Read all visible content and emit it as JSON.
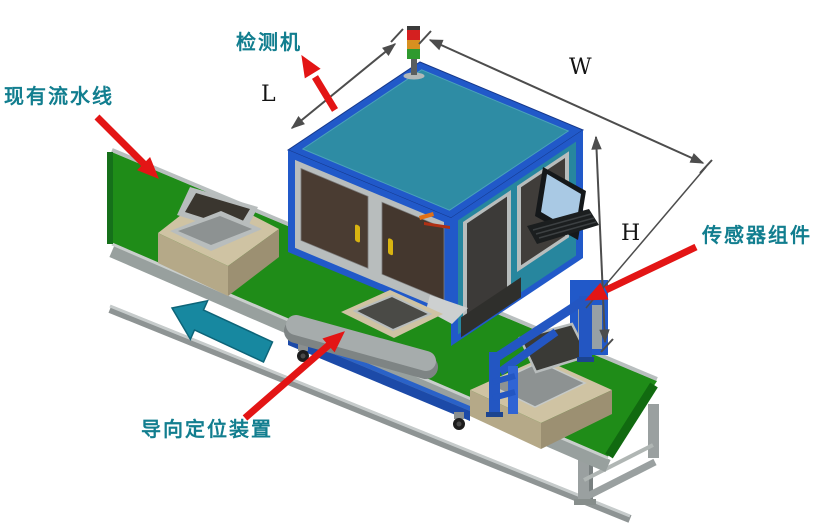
{
  "annotations": {
    "assembly_line": "现有流水线",
    "detector": "检测机",
    "sensor_assembly": "传感器组件",
    "guide_device": "导向定位装置"
  },
  "dimensions": {
    "length": "L",
    "width": "W",
    "height": "H"
  },
  "icons": {
    "callout_arrow": "red-arrow",
    "flow_direction": "teal-left-arrow",
    "signal_tower": "red-yellow-green-tower-light"
  },
  "colors": {
    "label_text": "#127e8f",
    "callout_arrow": "#e31515",
    "flow_arrow": "#1788a0",
    "machine_frame_blue": "#2159c9",
    "machine_top_teal": "#2e8ca4",
    "machine_side_teal": "#27869e",
    "conveyor_green": "#1f8c18",
    "pallet_tan": "#cfc3a3",
    "window_dark": "#44372e",
    "dimension_line": "#4d4d4d"
  }
}
